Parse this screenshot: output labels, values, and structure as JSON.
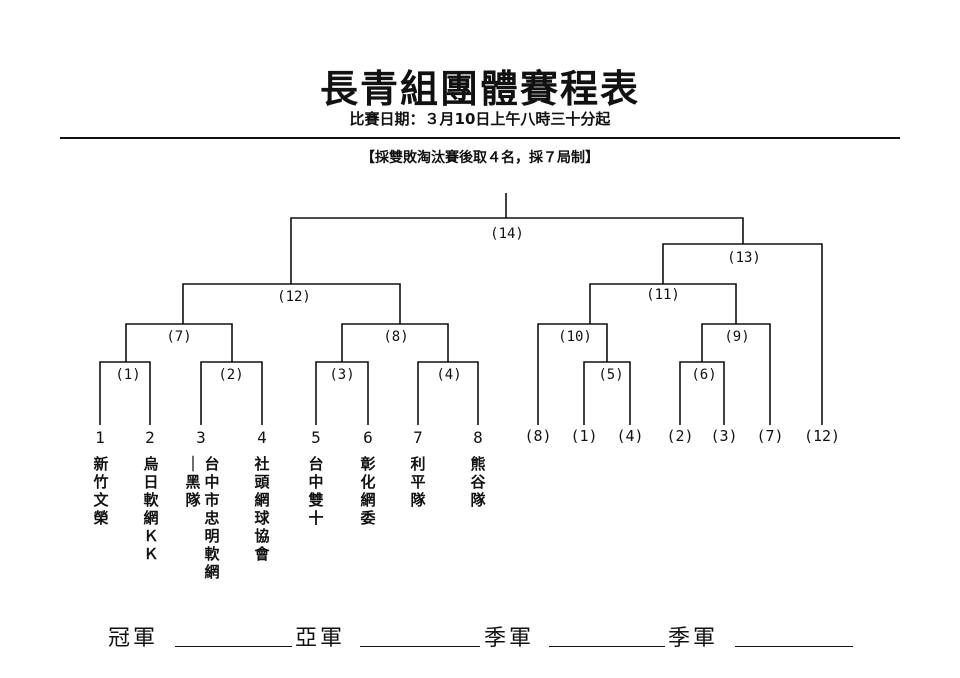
{
  "title": "長青組團體賽程表",
  "subtitle": "比賽日期：３月10日上午八時三十分起",
  "format": "【採雙敗淘汰賽後取４名，採７局制】",
  "teams": [
    {
      "seed": "1",
      "name": "新竹文榮"
    },
    {
      "seed": "2",
      "name": "烏日軟網ＫＫ"
    },
    {
      "seed": "3",
      "name": "台中市忠明軟網",
      "name2": "｜黑隊"
    },
    {
      "seed": "4",
      "name": "社頭網球協會"
    },
    {
      "seed": "5",
      "name": "台中雙十"
    },
    {
      "seed": "6",
      "name": "彰化網委"
    },
    {
      "seed": "7",
      "name": "利平隊"
    },
    {
      "seed": "8",
      "name": "熊谷隊"
    }
  ],
  "games": [
    "(1)",
    "(2)",
    "(3)",
    "(4)",
    "(5)",
    "(6)",
    "(7)",
    "(8)",
    "(9)",
    "(10)",
    "(11)",
    "(12)",
    "(13)",
    "(14)"
  ],
  "second_round_slots": [
    "(8)",
    "(1)",
    "(4)",
    "(2)",
    "(3)",
    "(7)",
    "(12)"
  ],
  "ranks": [
    "冠軍",
    "亞軍",
    "季軍",
    "季軍"
  ]
}
